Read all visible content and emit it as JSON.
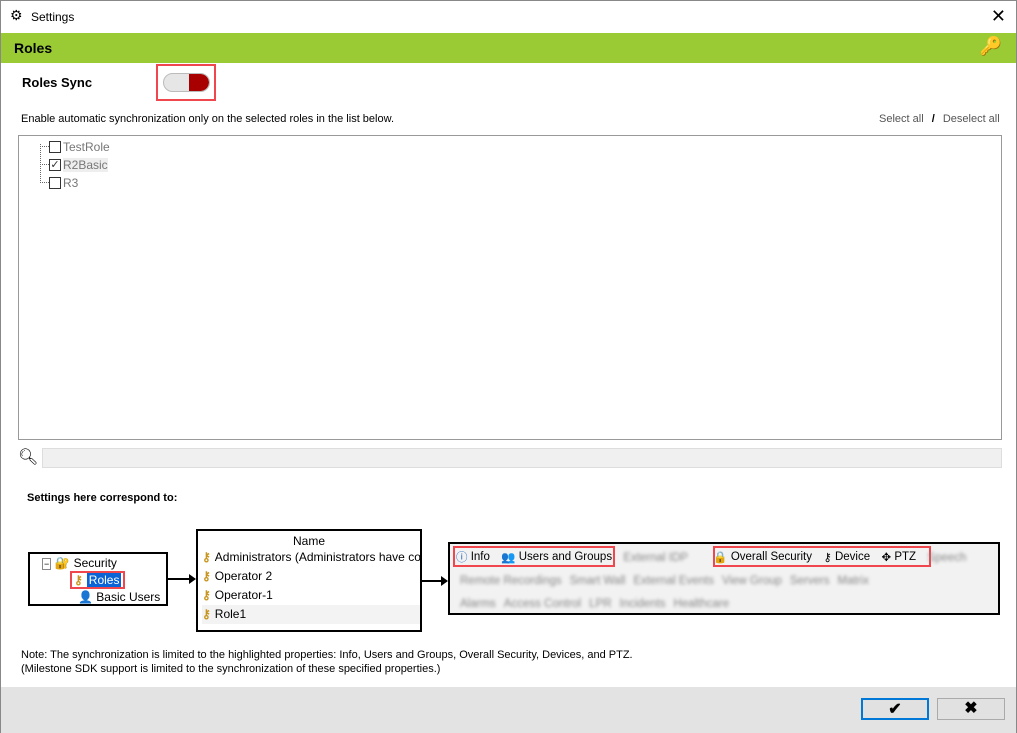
{
  "window": {
    "title": "Settings",
    "close": "✕"
  },
  "header": {
    "title": "Roles",
    "icon": "keys-icon"
  },
  "sync": {
    "label": "Roles Sync",
    "enabled": true
  },
  "description": "Enable automatic synchronization only on the selected roles in the list below.",
  "select_all": "Select all",
  "separator": "/",
  "deselect_all": "Deselect all",
  "roles": [
    {
      "name": "TestRole",
      "checked": false
    },
    {
      "name": "R2Basic",
      "checked": true
    },
    {
      "name": "R3",
      "checked": false
    }
  ],
  "search": {
    "placeholder": ""
  },
  "corresponds_label": "Settings here correspond to:",
  "diagram": {
    "tree": {
      "security": "Security",
      "roles": "Roles",
      "basic_users": "Basic Users"
    },
    "table": {
      "header": "Name",
      "rows": [
        "Administrators (Administrators have co",
        "Operator 2",
        "Operator-1",
        "Role1"
      ]
    },
    "tabs_row1": [
      "Info",
      "Users and Groups",
      "External IDP",
      "Overall Security",
      "Device",
      "PTZ",
      "Speech"
    ],
    "tabs_row2": [
      "Remote Recordings",
      "Smart Wall",
      "External Events",
      "View Group",
      "Servers",
      "Matrix"
    ],
    "tabs_row3": [
      "Alarms",
      "Access Control",
      "LPR",
      "Incidents",
      "Healthcare"
    ]
  },
  "note1": "Note: The synchronization is limited to the highlighted properties: Info, Users and Groups, Overall Security, Devices, and PTZ.",
  "note2": "(Milestone SDK support is limited to the synchronization of these specified properties.)",
  "footer": {
    "ok": "✔",
    "cancel": "✖"
  }
}
